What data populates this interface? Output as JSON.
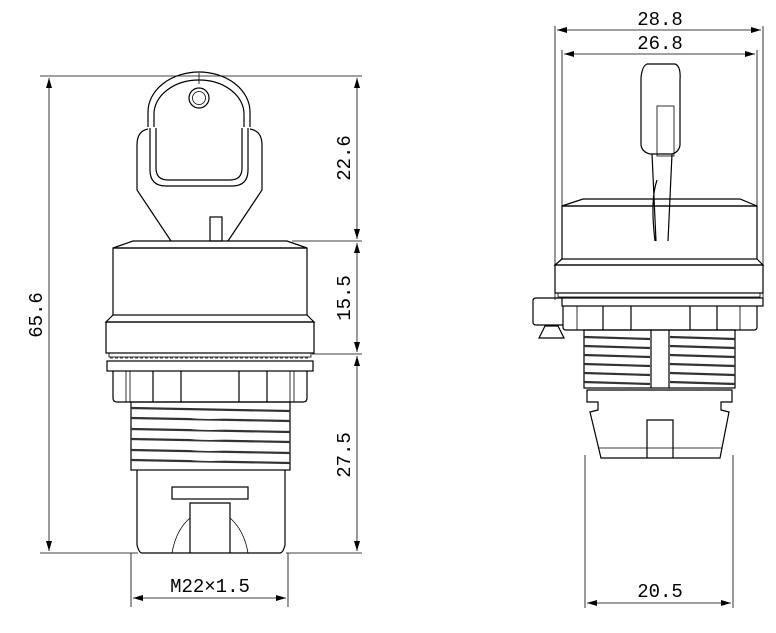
{
  "dimensions": {
    "overall_height": "65.6",
    "key_height": "22.6",
    "cap_height": "15.5",
    "body_height": "27.5",
    "thread": "M22×1.5",
    "outer_width": "28.8",
    "cap_width": "26.8",
    "body_width": "20.5"
  },
  "colors": {
    "line": "#000000",
    "background": "#ffffff"
  }
}
